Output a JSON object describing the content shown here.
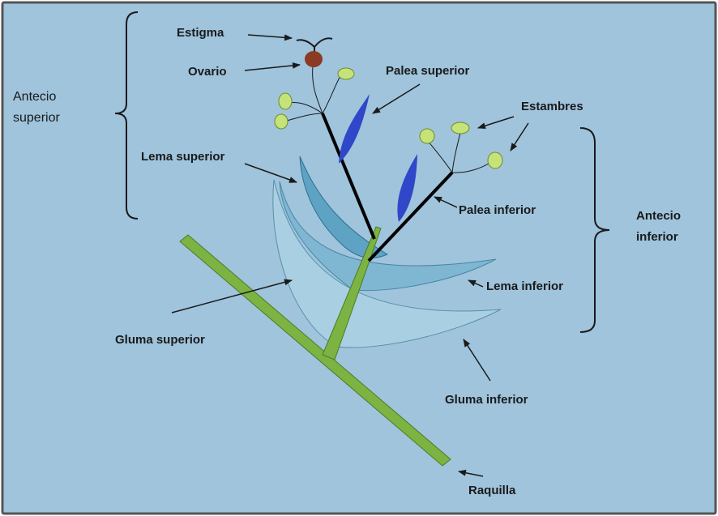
{
  "diagram": {
    "colors": {
      "background": "#9fc4dc",
      "border": "#555555",
      "rachilla": "#7cb342",
      "glume": "#a9d0e2",
      "lemma_upper": "#5fa3c4",
      "lemma_lower": "#7fb7d2",
      "palea": "#2f47c8",
      "anther": "#c6e37a",
      "ovary": "#8b3a24",
      "stem": "#000000"
    },
    "labels": {
      "estigma": "Estigma",
      "ovario": "Ovario",
      "palea_superior": "Palea superior",
      "estambres": "Estambres",
      "antecio_superior_1": "Antecio",
      "antecio_superior_2": "superior",
      "lema_superior": "Lema superior",
      "palea_inferior": "Palea inferior",
      "antecio_inferior_1": "Antecio",
      "antecio_inferior_2": "inferior",
      "lema_inferior": "Lema inferior",
      "gluma_superior": "Gluma superior",
      "gluma_inferior": "Gluma inferior",
      "raquilla": "Raquilla"
    }
  }
}
